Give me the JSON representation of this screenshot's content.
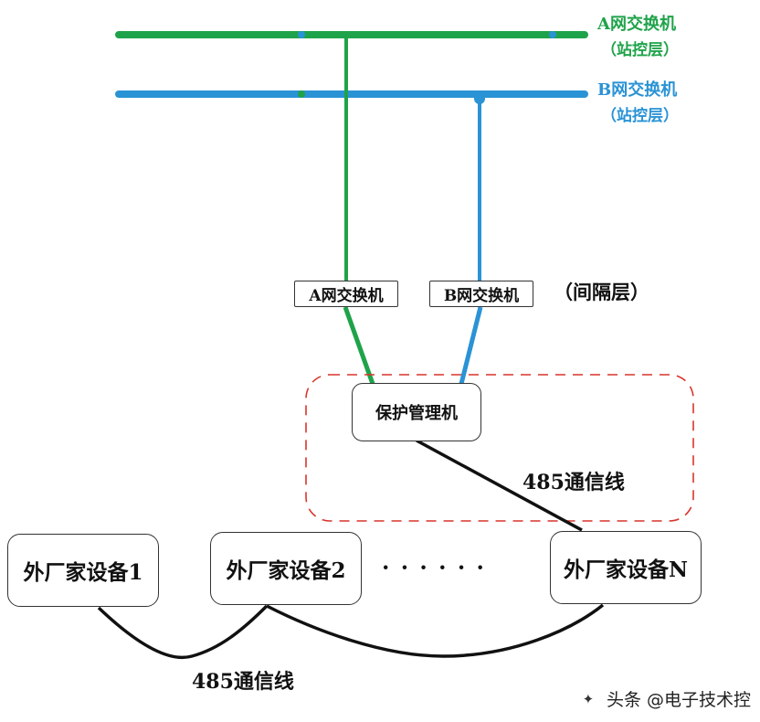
{
  "top_switches": {
    "a": {
      "name": "A网交换机",
      "layer": "（站控层）",
      "color": "#1fa34a"
    },
    "b": {
      "name": "B网交换机",
      "layer": "（站控层）",
      "color": "#2a93d5"
    }
  },
  "bay_layer": {
    "switch_a": "A网交换机",
    "switch_b": "B网交换机",
    "layer_label": "（间隔层）"
  },
  "manager": "保护管理机",
  "links": {
    "upper_485": "485通信线",
    "lower_485": "485通信线"
  },
  "devices": {
    "d1": "外厂家设备1",
    "d2": "外厂家设备2",
    "dn": "外厂家设备N",
    "ellipsis": "· · · · · ·"
  },
  "watermark": {
    "text": "头条 @电子技术控",
    "icon": "share-icon"
  },
  "colors": {
    "network_a": "#1fa34a",
    "network_b": "#2a93d5",
    "dashed_region": "#d9352b",
    "cable": "#111111"
  }
}
